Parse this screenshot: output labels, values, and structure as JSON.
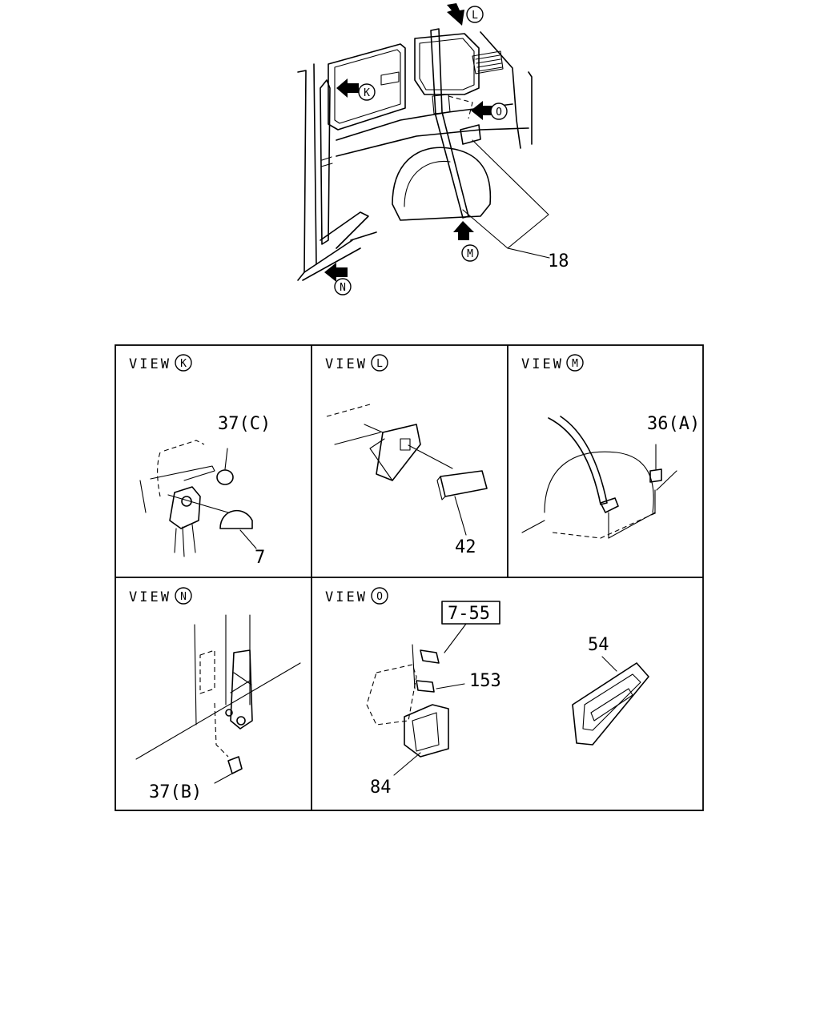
{
  "overview": {
    "part_18": "18",
    "markers": {
      "K": "K",
      "L": "L",
      "M": "M",
      "N": "N",
      "O": "O"
    }
  },
  "views": {
    "K": {
      "prefix": "VIEW",
      "letter": "K",
      "parts": {
        "p37c": "37(C)",
        "p7": "7"
      }
    },
    "L": {
      "prefix": "VIEW",
      "letter": "L",
      "parts": {
        "p42": "42"
      }
    },
    "M": {
      "prefix": "VIEW",
      "letter": "M",
      "parts": {
        "p36a": "36(A)"
      }
    },
    "N": {
      "prefix": "VIEW",
      "letter": "N",
      "parts": {
        "p37b": "37(B)"
      }
    },
    "O": {
      "prefix": "VIEW",
      "letter": "O",
      "parts": {
        "ref": "7-55",
        "p153": "153",
        "p54": "54",
        "p84": "84"
      }
    }
  }
}
